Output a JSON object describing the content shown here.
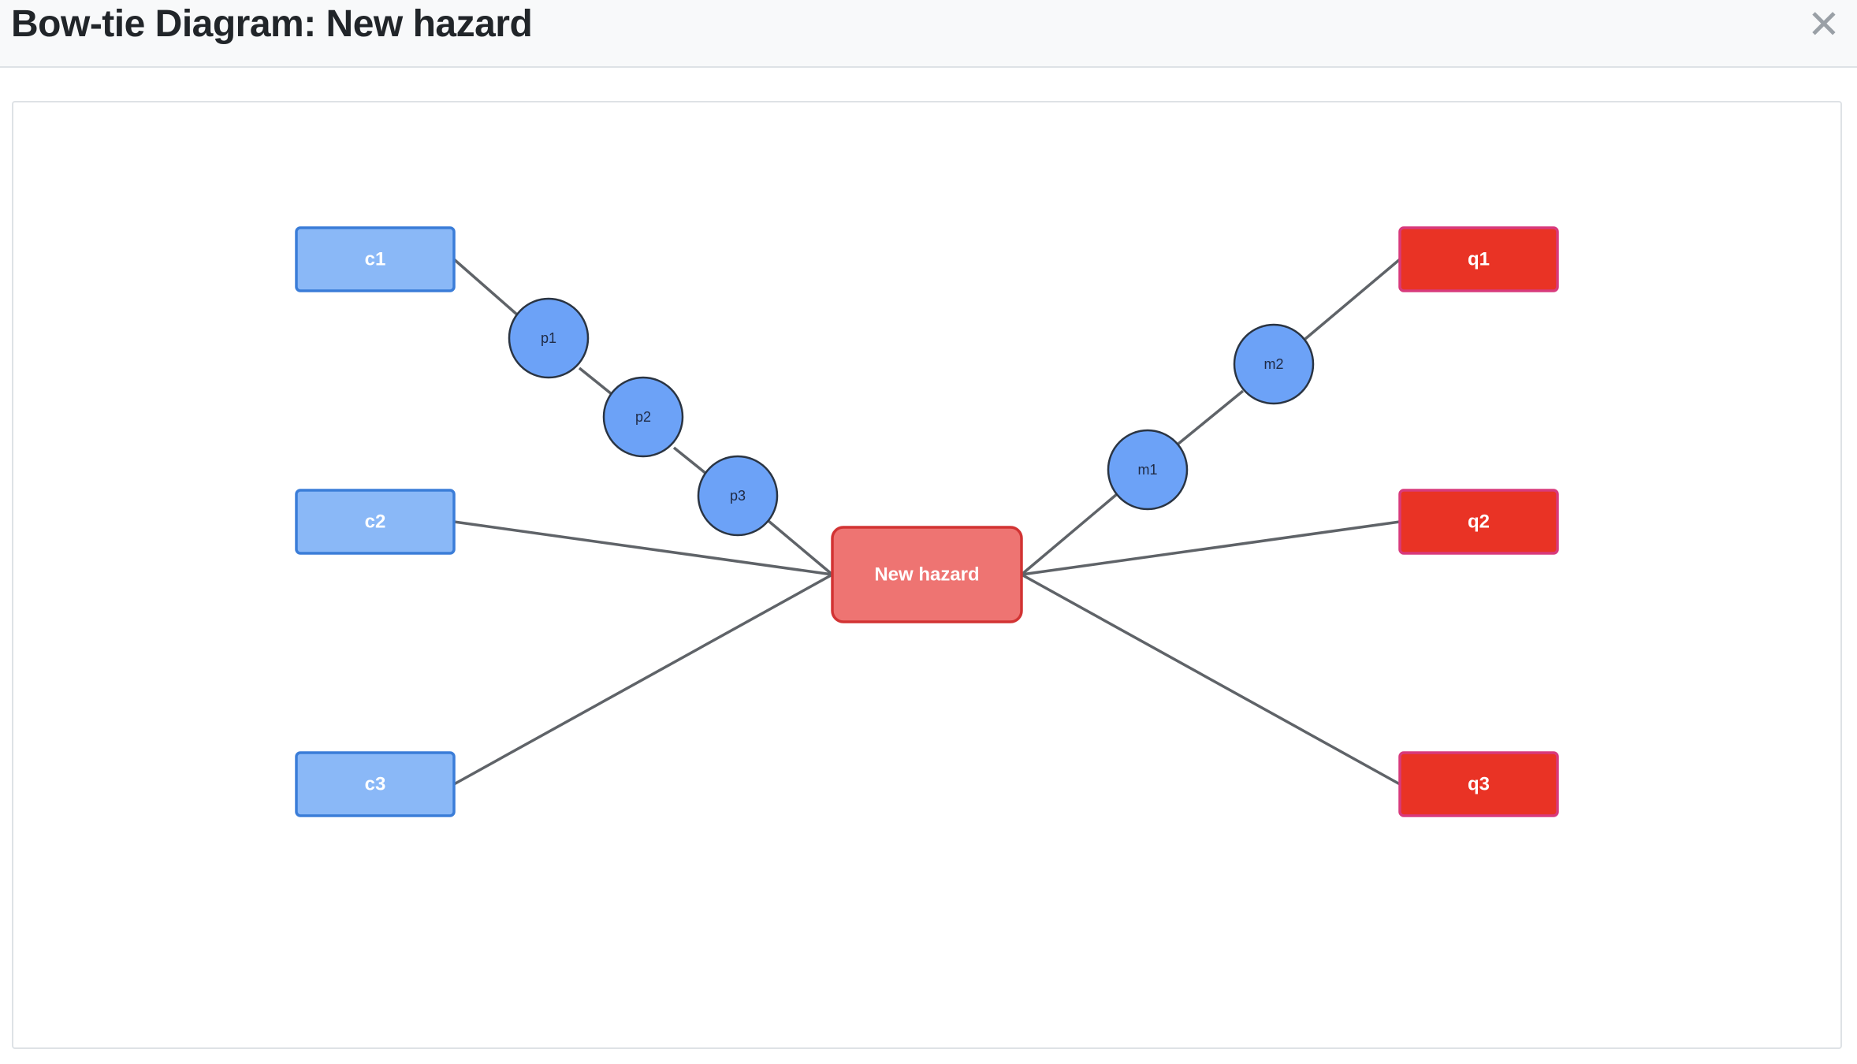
{
  "dialog": {
    "title": "Bow-tie Diagram: New hazard",
    "close_glyph": "✕"
  },
  "diagram": {
    "hazard": {
      "id": "hazard",
      "label": "New hazard"
    },
    "causes": [
      {
        "id": "c1",
        "label": "c1"
      },
      {
        "id": "c2",
        "label": "c2"
      },
      {
        "id": "c3",
        "label": "c3"
      }
    ],
    "consequences": [
      {
        "id": "q1",
        "label": "q1"
      },
      {
        "id": "q2",
        "label": "q2"
      },
      {
        "id": "q3",
        "label": "q3"
      }
    ],
    "barriers": [
      {
        "id": "p1",
        "label": "p1",
        "kind": "prevention"
      },
      {
        "id": "p2",
        "label": "p2",
        "kind": "prevention"
      },
      {
        "id": "p3",
        "label": "p3",
        "kind": "prevention"
      },
      {
        "id": "m1",
        "label": "m1",
        "kind": "mitigation"
      },
      {
        "id": "m2",
        "label": "m2",
        "kind": "mitigation"
      }
    ],
    "paths": [
      [
        "c1",
        "p1",
        "p2",
        "p3",
        "hazard"
      ],
      [
        "c2",
        "hazard"
      ],
      [
        "c3",
        "hazard"
      ],
      [
        "hazard",
        "m1",
        "m2",
        "q1"
      ],
      [
        "hazard",
        "q2"
      ],
      [
        "hazard",
        "q3"
      ]
    ],
    "colors": {
      "cause_fill": "#8ab8f7",
      "cause_border": "#3b7dd8",
      "consequence_fill": "#e93325",
      "consequence_border": "#d83a7c",
      "hazard_fill": "#ee7472",
      "hazard_border": "#d23333",
      "barrier_fill": "#6ca2f7",
      "edge": "#5f6368"
    }
  }
}
